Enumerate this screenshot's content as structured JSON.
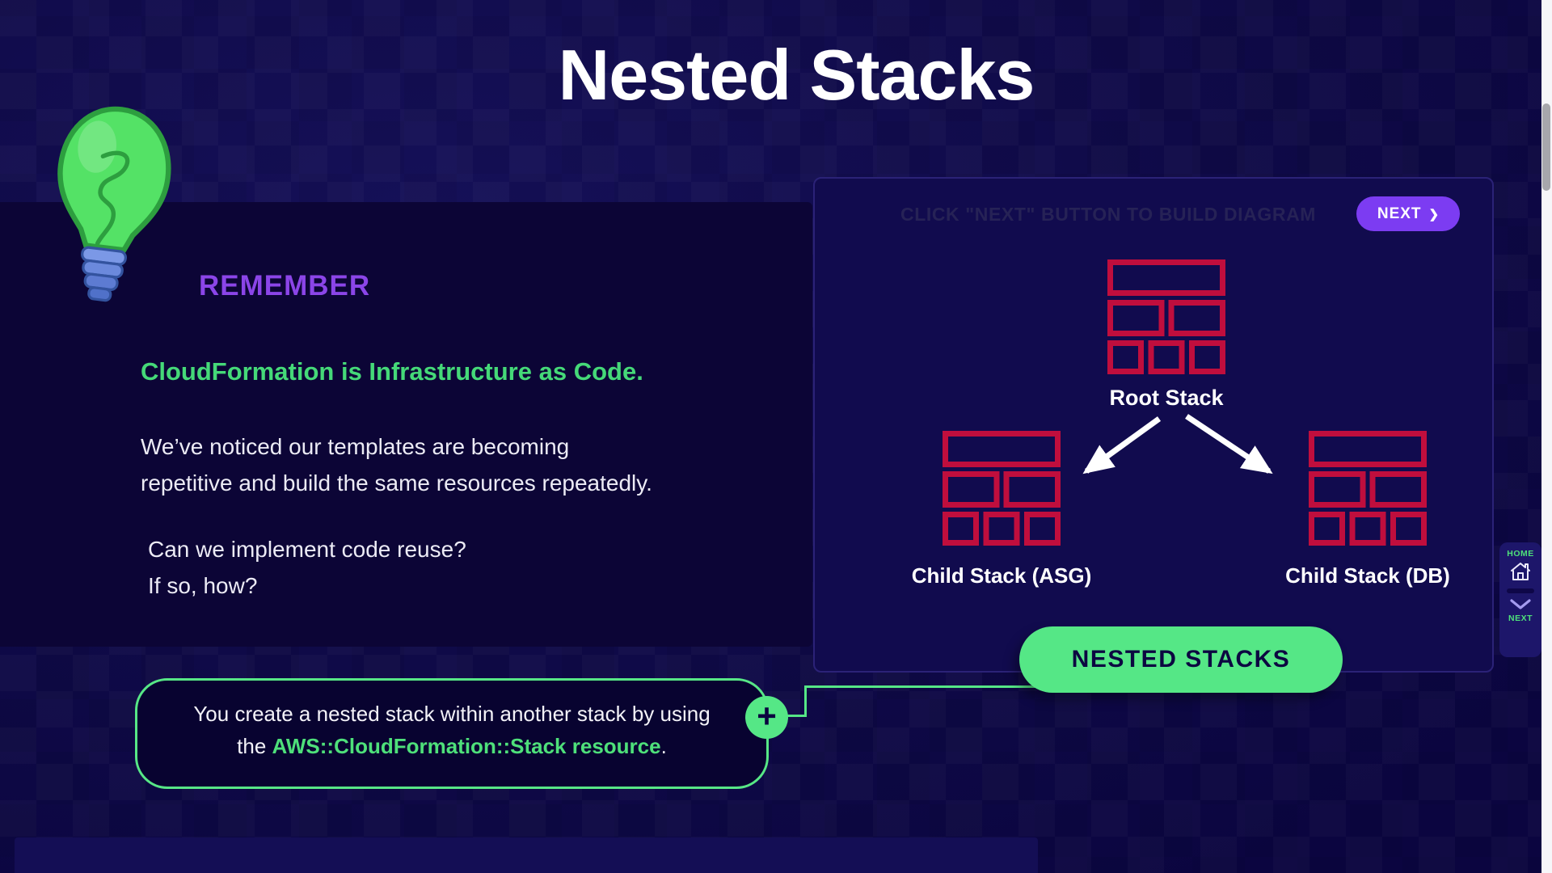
{
  "page": {
    "title": "Nested Stacks"
  },
  "remember_card": {
    "heading": "REMEMBER",
    "statement": "CloudFormation is Infrastructure as Code.",
    "paragraph": [
      "We’ve noticed our templates are becoming",
      "repetitive and build the same resources repeatedly."
    ],
    "questions": [
      "Can we implement code reuse?",
      "If so, how?"
    ]
  },
  "diagram_panel": {
    "instruction": "CLICK \"NEXT\" BUTTON TO BUILD DIAGRAM",
    "next_button_label": "NEXT",
    "nodes": [
      {
        "id": "root",
        "label": "Root Stack"
      },
      {
        "id": "child_asg",
        "label": "Child Stack (ASG)"
      },
      {
        "id": "child_db",
        "label": "Child Stack (DB)"
      }
    ],
    "edges": [
      [
        "root",
        "child_asg"
      ],
      [
        "root",
        "child_db"
      ]
    ],
    "footer_button_label": "NESTED STACKS"
  },
  "callout": {
    "line1": "You create a nested stack within another stack by using",
    "line2_prefix": "the ",
    "line2_highlight": "AWS::CloudFormation::Stack resource",
    "line2_suffix": "."
  },
  "side_nav": {
    "home_label": "HOME",
    "next_label": "NEXT"
  },
  "icons": {
    "chevron_right": "❯",
    "plus": "+"
  },
  "colors": {
    "background": "#0f0a48",
    "card_background": "#0c0536",
    "panel_border": "#2b2277",
    "accent_green": "#55e786",
    "text_green": "#45d978",
    "heading_purple": "#8b45e8",
    "button_purple": "#7c3cf2",
    "brick_red": "#c00e3d",
    "text_white": "#f3f2f8"
  }
}
